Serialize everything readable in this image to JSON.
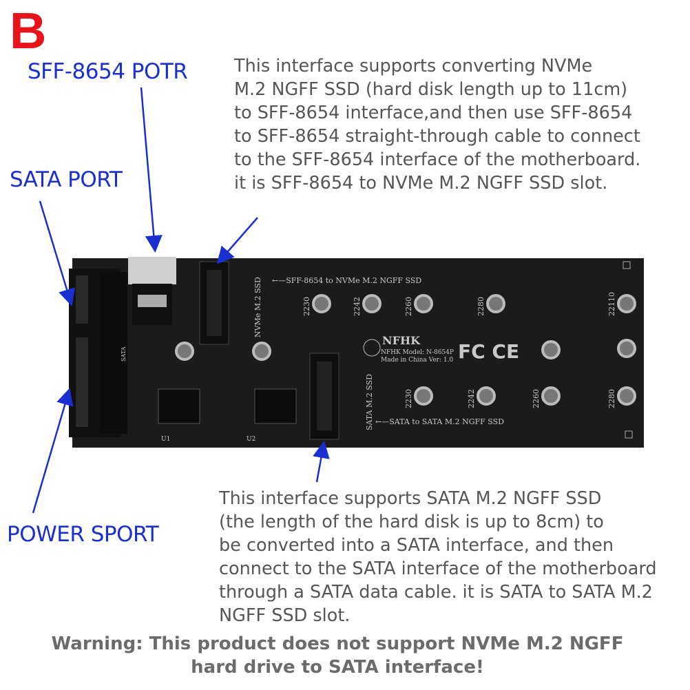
{
  "badge": "B",
  "labels": {
    "sff_port": "SFF-8654 POTR",
    "sata_port": "SATA PORT",
    "power_port": "POWER SPORT"
  },
  "top_description": [
    "This interface supports converting NVMe",
    "M.2 NGFF SSD (hard disk length up to 11cm)",
    "to SFF-8654 interface,and then use SFF-8654",
    "to SFF-8654 straight-through cable to connect",
    "to the SFF-8654 interface of the motherboard.",
    "it is SFF-8654 to NVMe M.2 NGFF SSD slot."
  ],
  "bottom_description": [
    "This interface supports SATA M.2 NGFF SSD",
    "(the length of the hard disk is up to 8cm) to",
    "be converted into a SATA interface, and then",
    "connect to the SATA interface of the motherboard",
    "through a SATA data cable. it is SATA to SATA M.2",
    "NGFF SSD slot."
  ],
  "warning": [
    "Warning: This product does not support NVMe M.2 NGFF",
    "hard drive to SATA interface!"
  ],
  "pcb": {
    "nvme_silk": "←—SFF-8654 to NVMe M.2 NGFF SSD",
    "sata_silk": "←—SATA to SATA M.2 NGFF SSD",
    "nvme_slot_label": "NVMe M.2 SSD",
    "sata_slot_label": "SATA M.2 SSD",
    "brand": "NFHK",
    "model": "NFHK Model: N-8654P",
    "made": "Made in China Ver: 1.0",
    "certs": "FC CE",
    "top_sizes": [
      "2230",
      "2242",
      "2260",
      "2280",
      "22110"
    ],
    "bottom_sizes": [
      "2230",
      "2242",
      "2260",
      "2280"
    ],
    "sata_text": "SATA",
    "u1": "U1",
    "u2": "U2"
  }
}
